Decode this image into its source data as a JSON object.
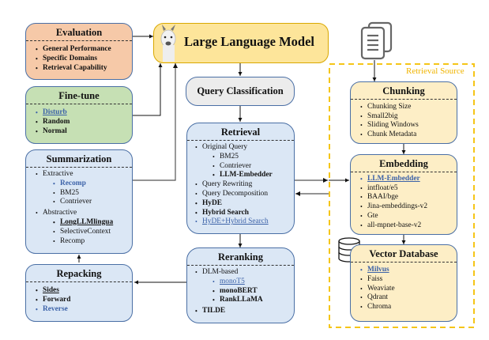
{
  "llm": {
    "title": "Large Language Model",
    "icon": "llama-icon"
  },
  "evaluation": {
    "title": "Evaluation",
    "items": [
      "General Performance",
      "Specific Domains",
      "Retrieval Capability"
    ]
  },
  "finetune": {
    "title": "Fine-tune",
    "items": [
      "Disturb",
      "Random",
      "Normal"
    ]
  },
  "summarization": {
    "title": "Summarization",
    "extractive": {
      "label": "Extractive",
      "items": [
        "Recomp",
        "BM25",
        "Contriever"
      ]
    },
    "abstractive": {
      "label": "Abstractive",
      "items": [
        "LongLLMlingua",
        "SelectiveContext",
        "Recomp"
      ]
    }
  },
  "repacking": {
    "title": "Repacking",
    "items": [
      "Sides",
      "Forward",
      "Reverse"
    ]
  },
  "query_classification": {
    "title": "Query Classification"
  },
  "retrieval": {
    "title": "Retrieval",
    "original_query": {
      "label": "Original Query",
      "items": [
        "BM25",
        "Contriever",
        "LLM-Embedder"
      ]
    },
    "items": [
      "Query Rewriting",
      "Query Decomposition",
      "HyDE",
      "Hybrid Search",
      "HyDE+Hybrid Search"
    ]
  },
  "reranking": {
    "title": "Reranking",
    "dlm": {
      "label": "DLM-based",
      "items": [
        "monoT5",
        "monoBERT",
        "RankLLaMA"
      ]
    },
    "items": [
      "TILDE"
    ]
  },
  "retrieval_source": {
    "label": "Retrieval Source",
    "color": "#f5c518",
    "documents_icon": "documents-icon"
  },
  "chunking": {
    "title": "Chunking",
    "items": [
      "Chunking Size",
      "Small2big",
      "Sliding Windows",
      "Chunk Metadata"
    ]
  },
  "embedding": {
    "title": "Embedding",
    "items": [
      "LLM-Embedder",
      "intfloat/e5",
      "BAAI/bge",
      "Jina-embeddings-v2",
      "Gte",
      "all-mpnet-base-v2"
    ]
  },
  "vector_db": {
    "title": "Vector Database",
    "icon": "database-icon",
    "items": [
      "Milvus",
      "Faiss",
      "Weaviate",
      "Qdrant",
      "Chroma"
    ]
  },
  "colors": {
    "evaluation": "#f6c9a8",
    "finetune": "#c6e0b4",
    "module": "#dbe7f5",
    "source": "#fdeec6",
    "llm": "#fde59a",
    "highlight_blue": "#3c62a8"
  }
}
